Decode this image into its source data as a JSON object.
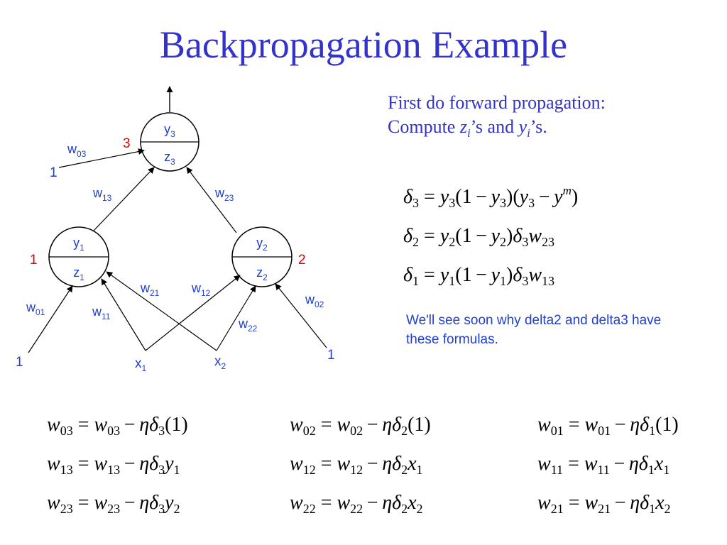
{
  "title": "Backpropagation Example",
  "intro": {
    "line1": "First do forward propagation:",
    "line2_prefix": "Compute ",
    "line2_zvar": "z",
    "line2_zsub": "i",
    "line2_mid": "’s and ",
    "line2_yvar": "y",
    "line2_ysub": "i",
    "line2_suffix": "’s."
  },
  "note": "We'll see soon why delta2 and delta3 have these formulas.",
  "network": {
    "nodes": [
      {
        "id": "3",
        "top": "y",
        "top_sub": "3",
        "bottom": "z",
        "bottom_sub": "3"
      },
      {
        "id": "1",
        "top": "y",
        "top_sub": "1",
        "bottom": "z",
        "bottom_sub": "1"
      },
      {
        "id": "2",
        "top": "y",
        "top_sub": "2",
        "bottom": "z",
        "bottom_sub": "2"
      }
    ],
    "inputs": [
      {
        "name": "x",
        "sub": "1"
      },
      {
        "name": "x",
        "sub": "2"
      }
    ],
    "bias_label": "1",
    "weights": {
      "w03": {
        "name": "w",
        "sub": "03"
      },
      "w13": {
        "name": "w",
        "sub": "13"
      },
      "w23": {
        "name": "w",
        "sub": "23"
      },
      "w01": {
        "name": "w",
        "sub": "01"
      },
      "w11": {
        "name": "w",
        "sub": "11"
      },
      "w21": {
        "name": "w",
        "sub": "21"
      },
      "w12": {
        "name": "w",
        "sub": "12"
      },
      "w22": {
        "name": "w",
        "sub": "22"
      },
      "w02": {
        "name": "w",
        "sub": "02"
      }
    },
    "colors": {
      "node_id": "#e00000",
      "label": "#1e3fcf",
      "line": "#000000"
    }
  },
  "deltas": [
    {
      "idx": "3",
      "rhs": "y3(1− y3)(y3 − y^m)"
    },
    {
      "idx": "2",
      "rhs": "y2(1− y2)δ3w23"
    },
    {
      "idx": "1",
      "rhs": "y1(1− y1)δ3w13"
    }
  ],
  "updates": [
    {
      "w": "03",
      "delta": "3",
      "term": "(1)"
    },
    {
      "w": "13",
      "delta": "3",
      "term": "y1"
    },
    {
      "w": "23",
      "delta": "3",
      "term": "y2"
    },
    {
      "w": "02",
      "delta": "2",
      "term": "(1)"
    },
    {
      "w": "12",
      "delta": "2",
      "term": "x1"
    },
    {
      "w": "22",
      "delta": "2",
      "term": "x2"
    },
    {
      "w": "01",
      "delta": "1",
      "term": "(1)"
    },
    {
      "w": "11",
      "delta": "1",
      "term": "x1"
    },
    {
      "w": "21",
      "delta": "1",
      "term": "x2"
    }
  ]
}
